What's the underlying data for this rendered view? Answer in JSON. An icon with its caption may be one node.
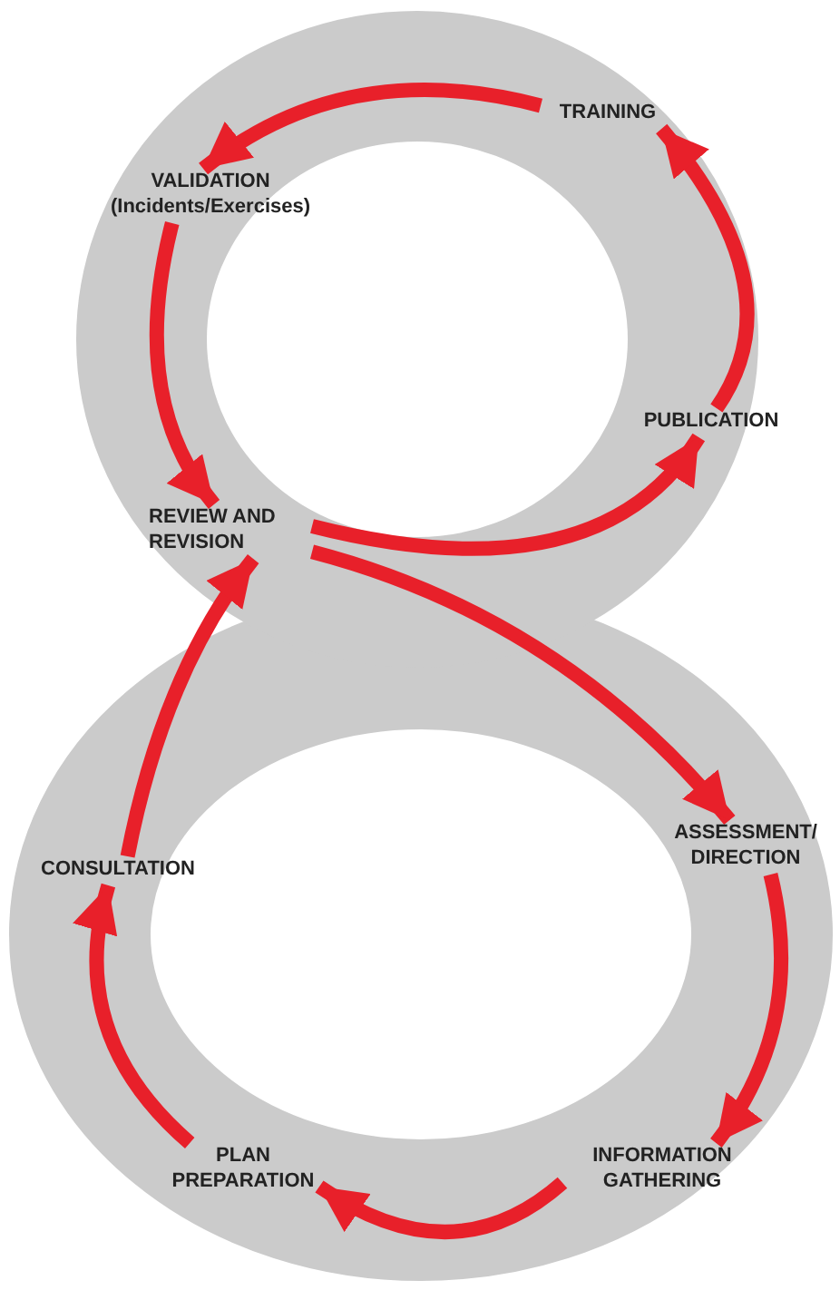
{
  "diagram": {
    "nodes": [
      {
        "text": [
          "TRAINING"
        ]
      },
      {
        "text": [
          "VALIDATION",
          "(Incidents/Exercises)"
        ]
      },
      {
        "text": [
          "REVIEW AND REVISION"
        ]
      },
      {
        "text": [
          "PUBLICATION"
        ]
      },
      {
        "text": [
          "ASSESSMENT/ DIRECTION"
        ]
      },
      {
        "text": [
          "INFORMATION GATHERING"
        ]
      },
      {
        "text": [
          "PLAN PREPARATION"
        ]
      },
      {
        "text": [
          "CONSULTATION"
        ]
      }
    ],
    "edges": [
      {
        "from": 0,
        "to": 1,
        "arrow": "to"
      },
      {
        "from": 1,
        "to": 2,
        "arrow": "to"
      },
      {
        "from": 2,
        "to": 4,
        "arrow": "to"
      },
      {
        "from": 4,
        "to": 5,
        "arrow": "to"
      },
      {
        "from": 5,
        "to": 6,
        "arrow": "to"
      },
      {
        "from": 6,
        "to": 7,
        "arrow": "to"
      },
      {
        "from": 7,
        "to": 2,
        "arrow": "to"
      },
      {
        "from": 2,
        "to": 3,
        "arrow": "to"
      },
      {
        "from": 3,
        "to": 0,
        "arrow": "to"
      }
    ]
  }
}
